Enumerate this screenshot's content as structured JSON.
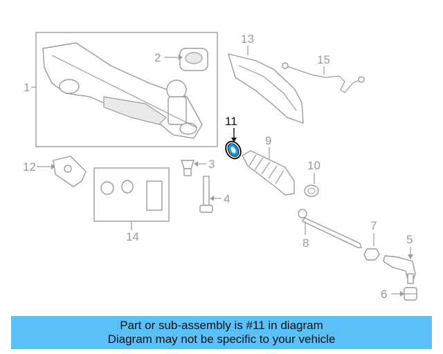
{
  "diagram": {
    "highlighted_part": "11",
    "highlight_color": "#1a9be0",
    "callouts": {
      "c1": "1",
      "c2": "2",
      "c3": "3",
      "c4": "4",
      "c5": "5",
      "c6": "6",
      "c7": "7",
      "c8": "8",
      "c9": "9",
      "c10": "10",
      "c11": "11",
      "c12": "12",
      "c13": "13",
      "c14": "14",
      "c15": "15"
    }
  },
  "banner": {
    "line1": "Part or sub-assembly is #11 in diagram",
    "line2": "Diagram may not be specific to your vehicle",
    "background": "#5bc0f8"
  }
}
